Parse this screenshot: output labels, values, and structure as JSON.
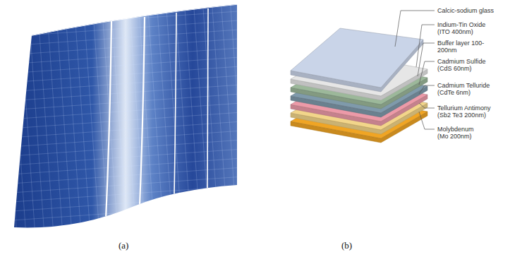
{
  "diagram": {
    "labels": [
      "Calcic-sodium glass",
      "Indium-Tin Oxide (ITO 400nm)",
      "Buffer layer 100-200nm",
      "Cadmium Sulfide (CdS 60nm)",
      "Cadmium Telluride (CdTe 6nm)",
      "Tellurium Antimony (Sb2 Te3 200nm)",
      "Molybdenum (Mo 200nm)",
      "(a)",
      "(b)"
    ]
  }
}
